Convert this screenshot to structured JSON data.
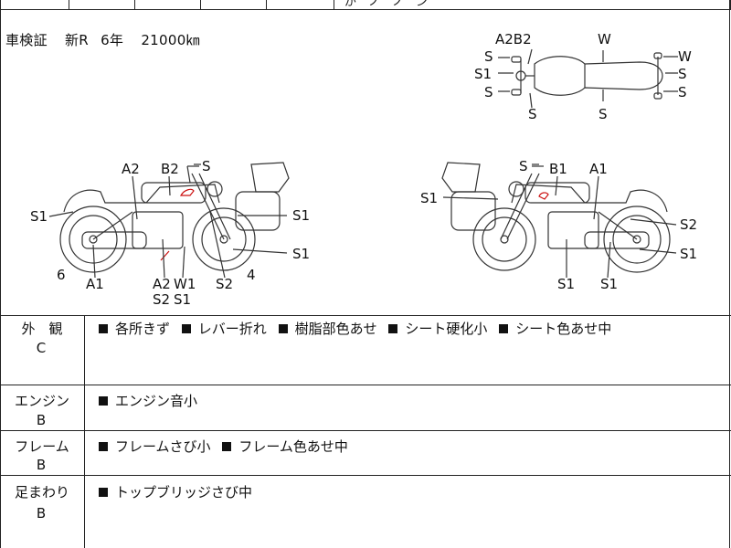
{
  "header_strip": {
    "partial_text": "が　ノ　ノ　ン"
  },
  "inspection": {
    "label": "車検証",
    "type": "新R",
    "year": "6年",
    "mileage": "21000㎞"
  },
  "top_view_labels": [
    "A2B2",
    "W",
    "S",
    "S1",
    "S",
    "W",
    "S",
    "S",
    "S",
    "S"
  ],
  "left_view_labels": [
    "A2",
    "B2",
    "S",
    "S1",
    "S1",
    "S1",
    "6",
    "A1",
    "A2",
    "W1",
    "S2",
    "S1",
    "S2",
    "4"
  ],
  "right_view_labels": [
    "S",
    "B1",
    "A1",
    "S1",
    "S2",
    "S1",
    "S1",
    "S1"
  ],
  "sections": [
    {
      "category": "外　観",
      "grade": "C",
      "notes": [
        "各所きず",
        "レバー折れ",
        "樹脂部色あせ",
        "シート硬化小",
        "シート色あせ中"
      ]
    },
    {
      "category": "エンジン",
      "grade": "B",
      "notes": [
        "エンジン音小"
      ]
    },
    {
      "category": "フレーム",
      "grade": "B",
      "notes": [
        "フレームさび小",
        "フレーム色あせ中"
      ]
    },
    {
      "category": "足まわり",
      "grade": "B",
      "notes": [
        "トップブリッジさび中"
      ]
    }
  ],
  "colors": {
    "line": "#222222",
    "damage_mark": "#cc1111"
  }
}
